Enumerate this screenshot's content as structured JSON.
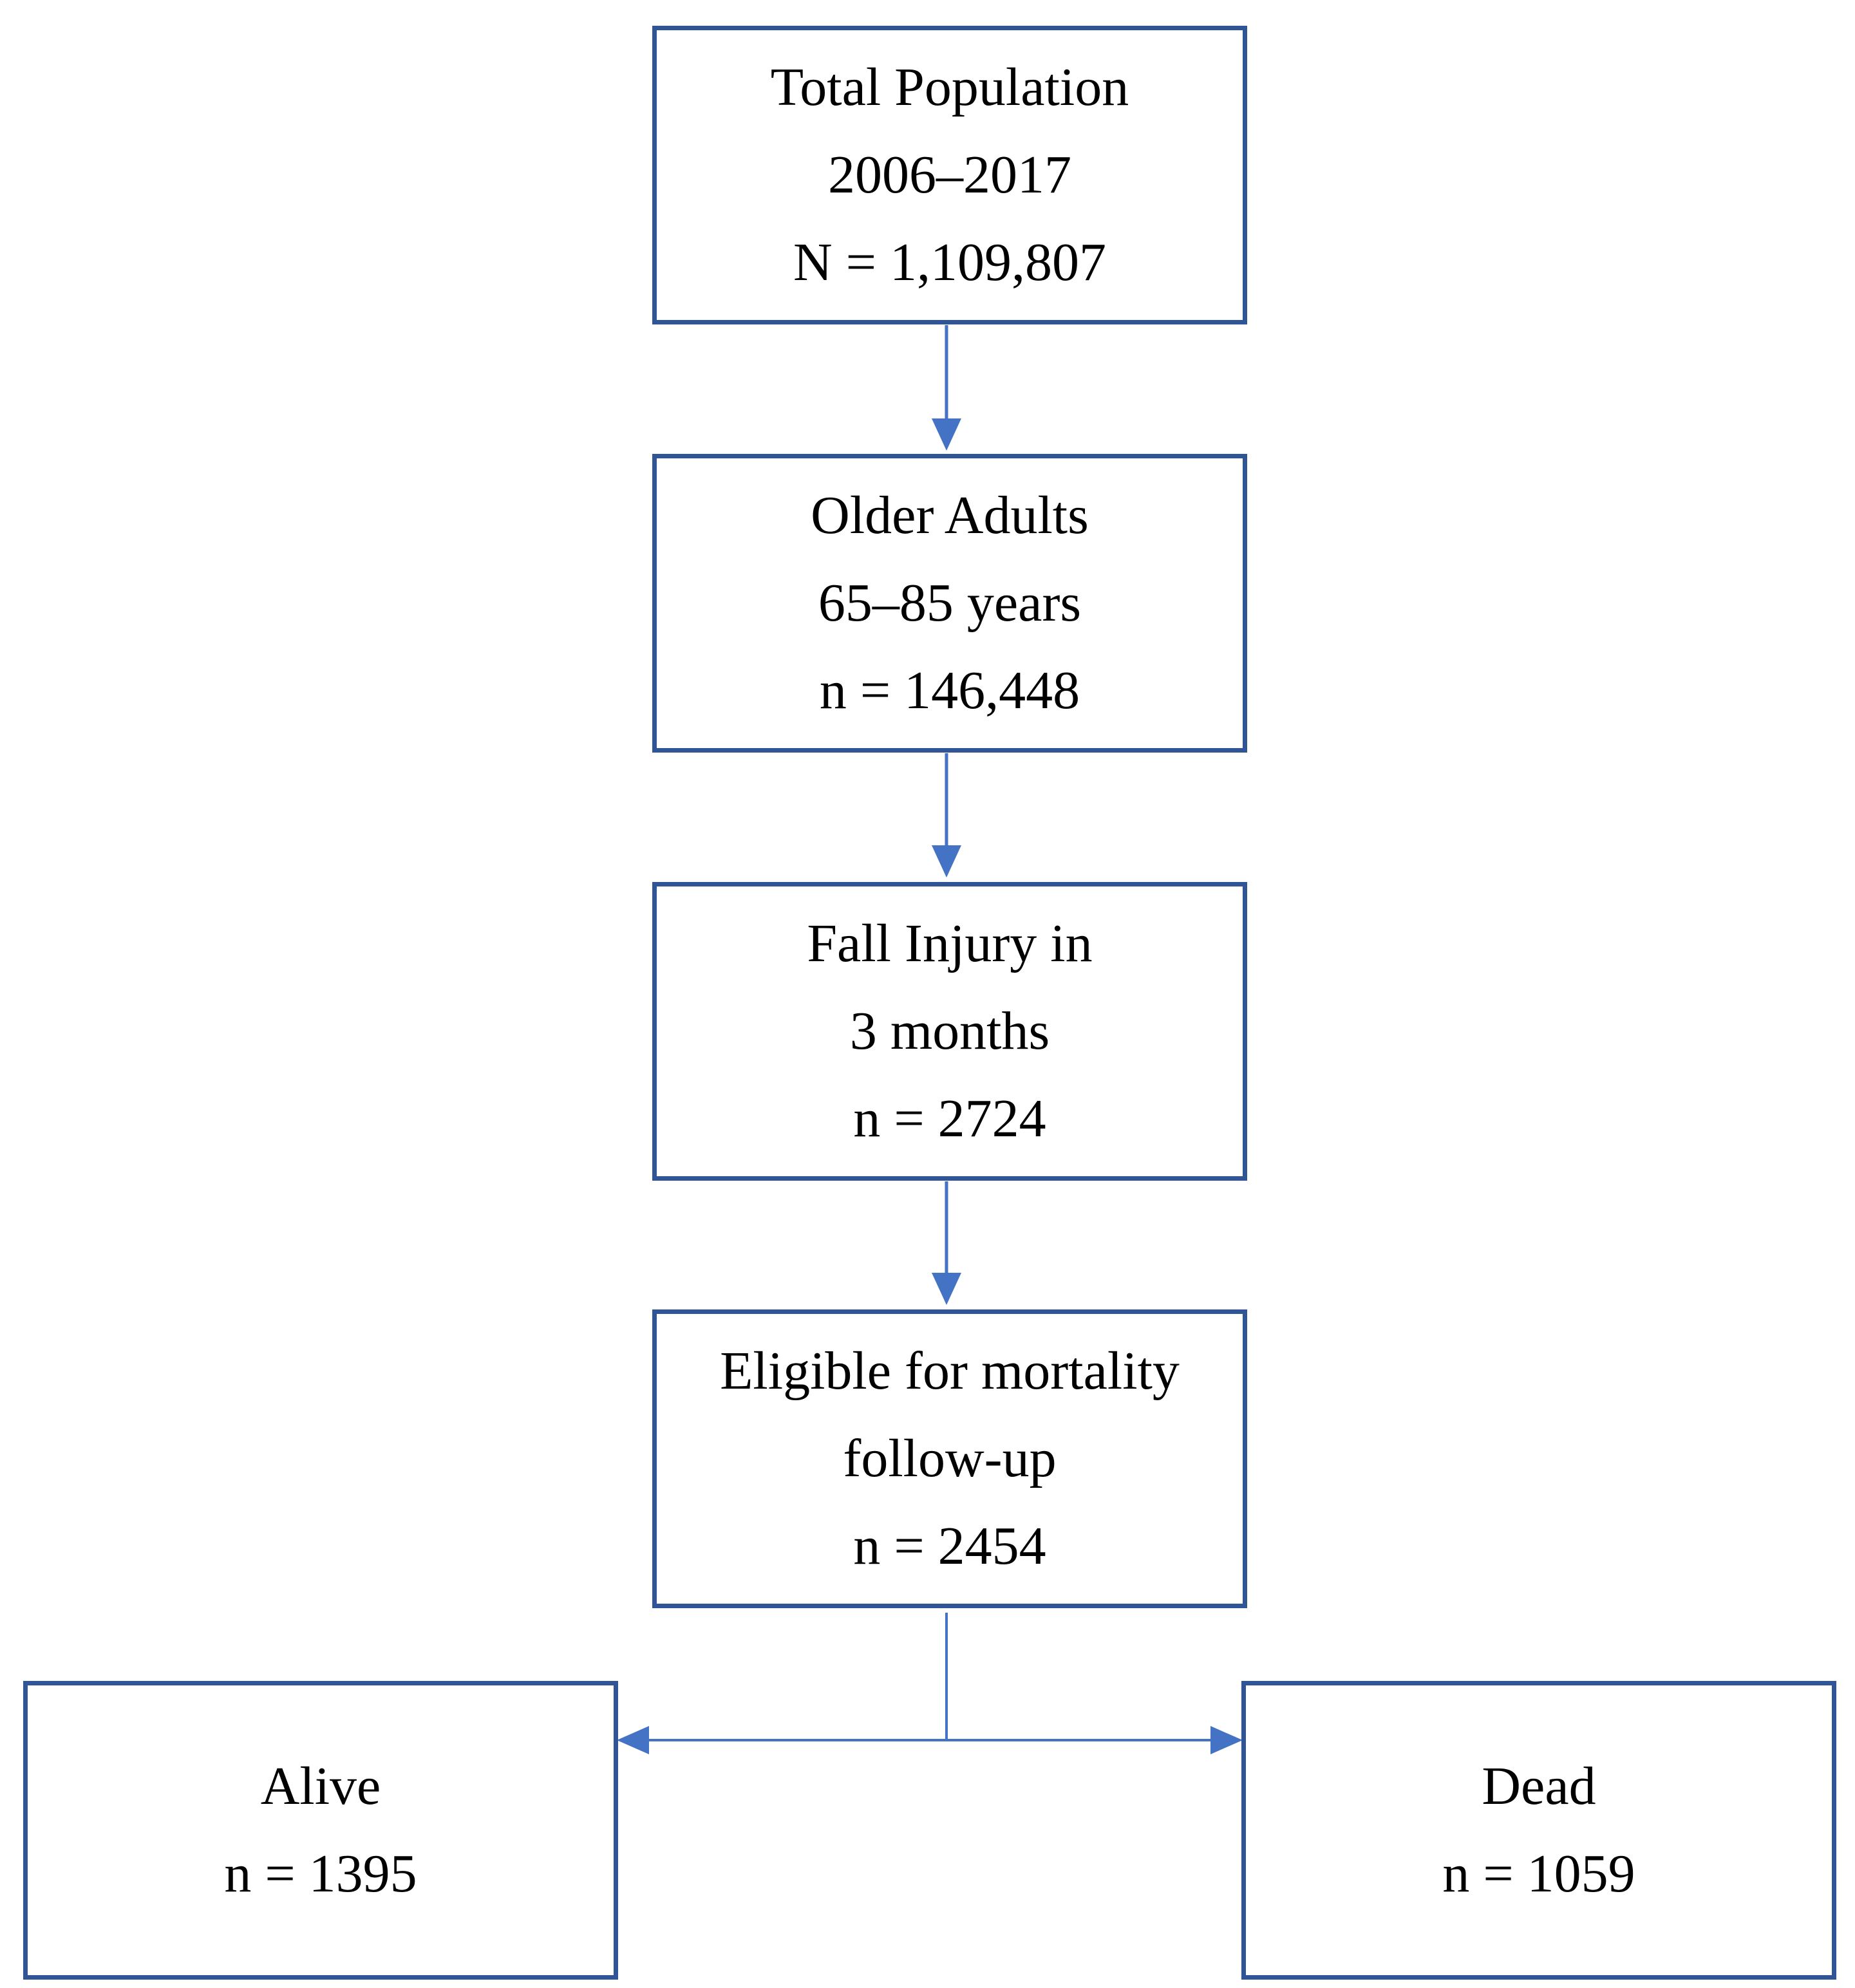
{
  "flowchart": {
    "total_population": {
      "line1": "Total Population",
      "line2": "2006–2017",
      "line3": "N = 1,109,807"
    },
    "older_adults": {
      "line1": "Older Adults",
      "line2": "65–85 years",
      "line3": "n = 146,448"
    },
    "fall_injury": {
      "line1": "Fall Injury in",
      "line2": "3 months",
      "line3": "n = 2724"
    },
    "eligible": {
      "line1": "Eligible for mortality",
      "line2": "follow-up",
      "line3": "n = 2454"
    },
    "alive": {
      "line1": "Alive",
      "line2": "n = 1395"
    },
    "dead": {
      "line1": "Dead",
      "line2": "n = 1059"
    }
  },
  "colors": {
    "box_border": "#2f5597",
    "arrow": "#4472c4",
    "text": "#000000"
  }
}
